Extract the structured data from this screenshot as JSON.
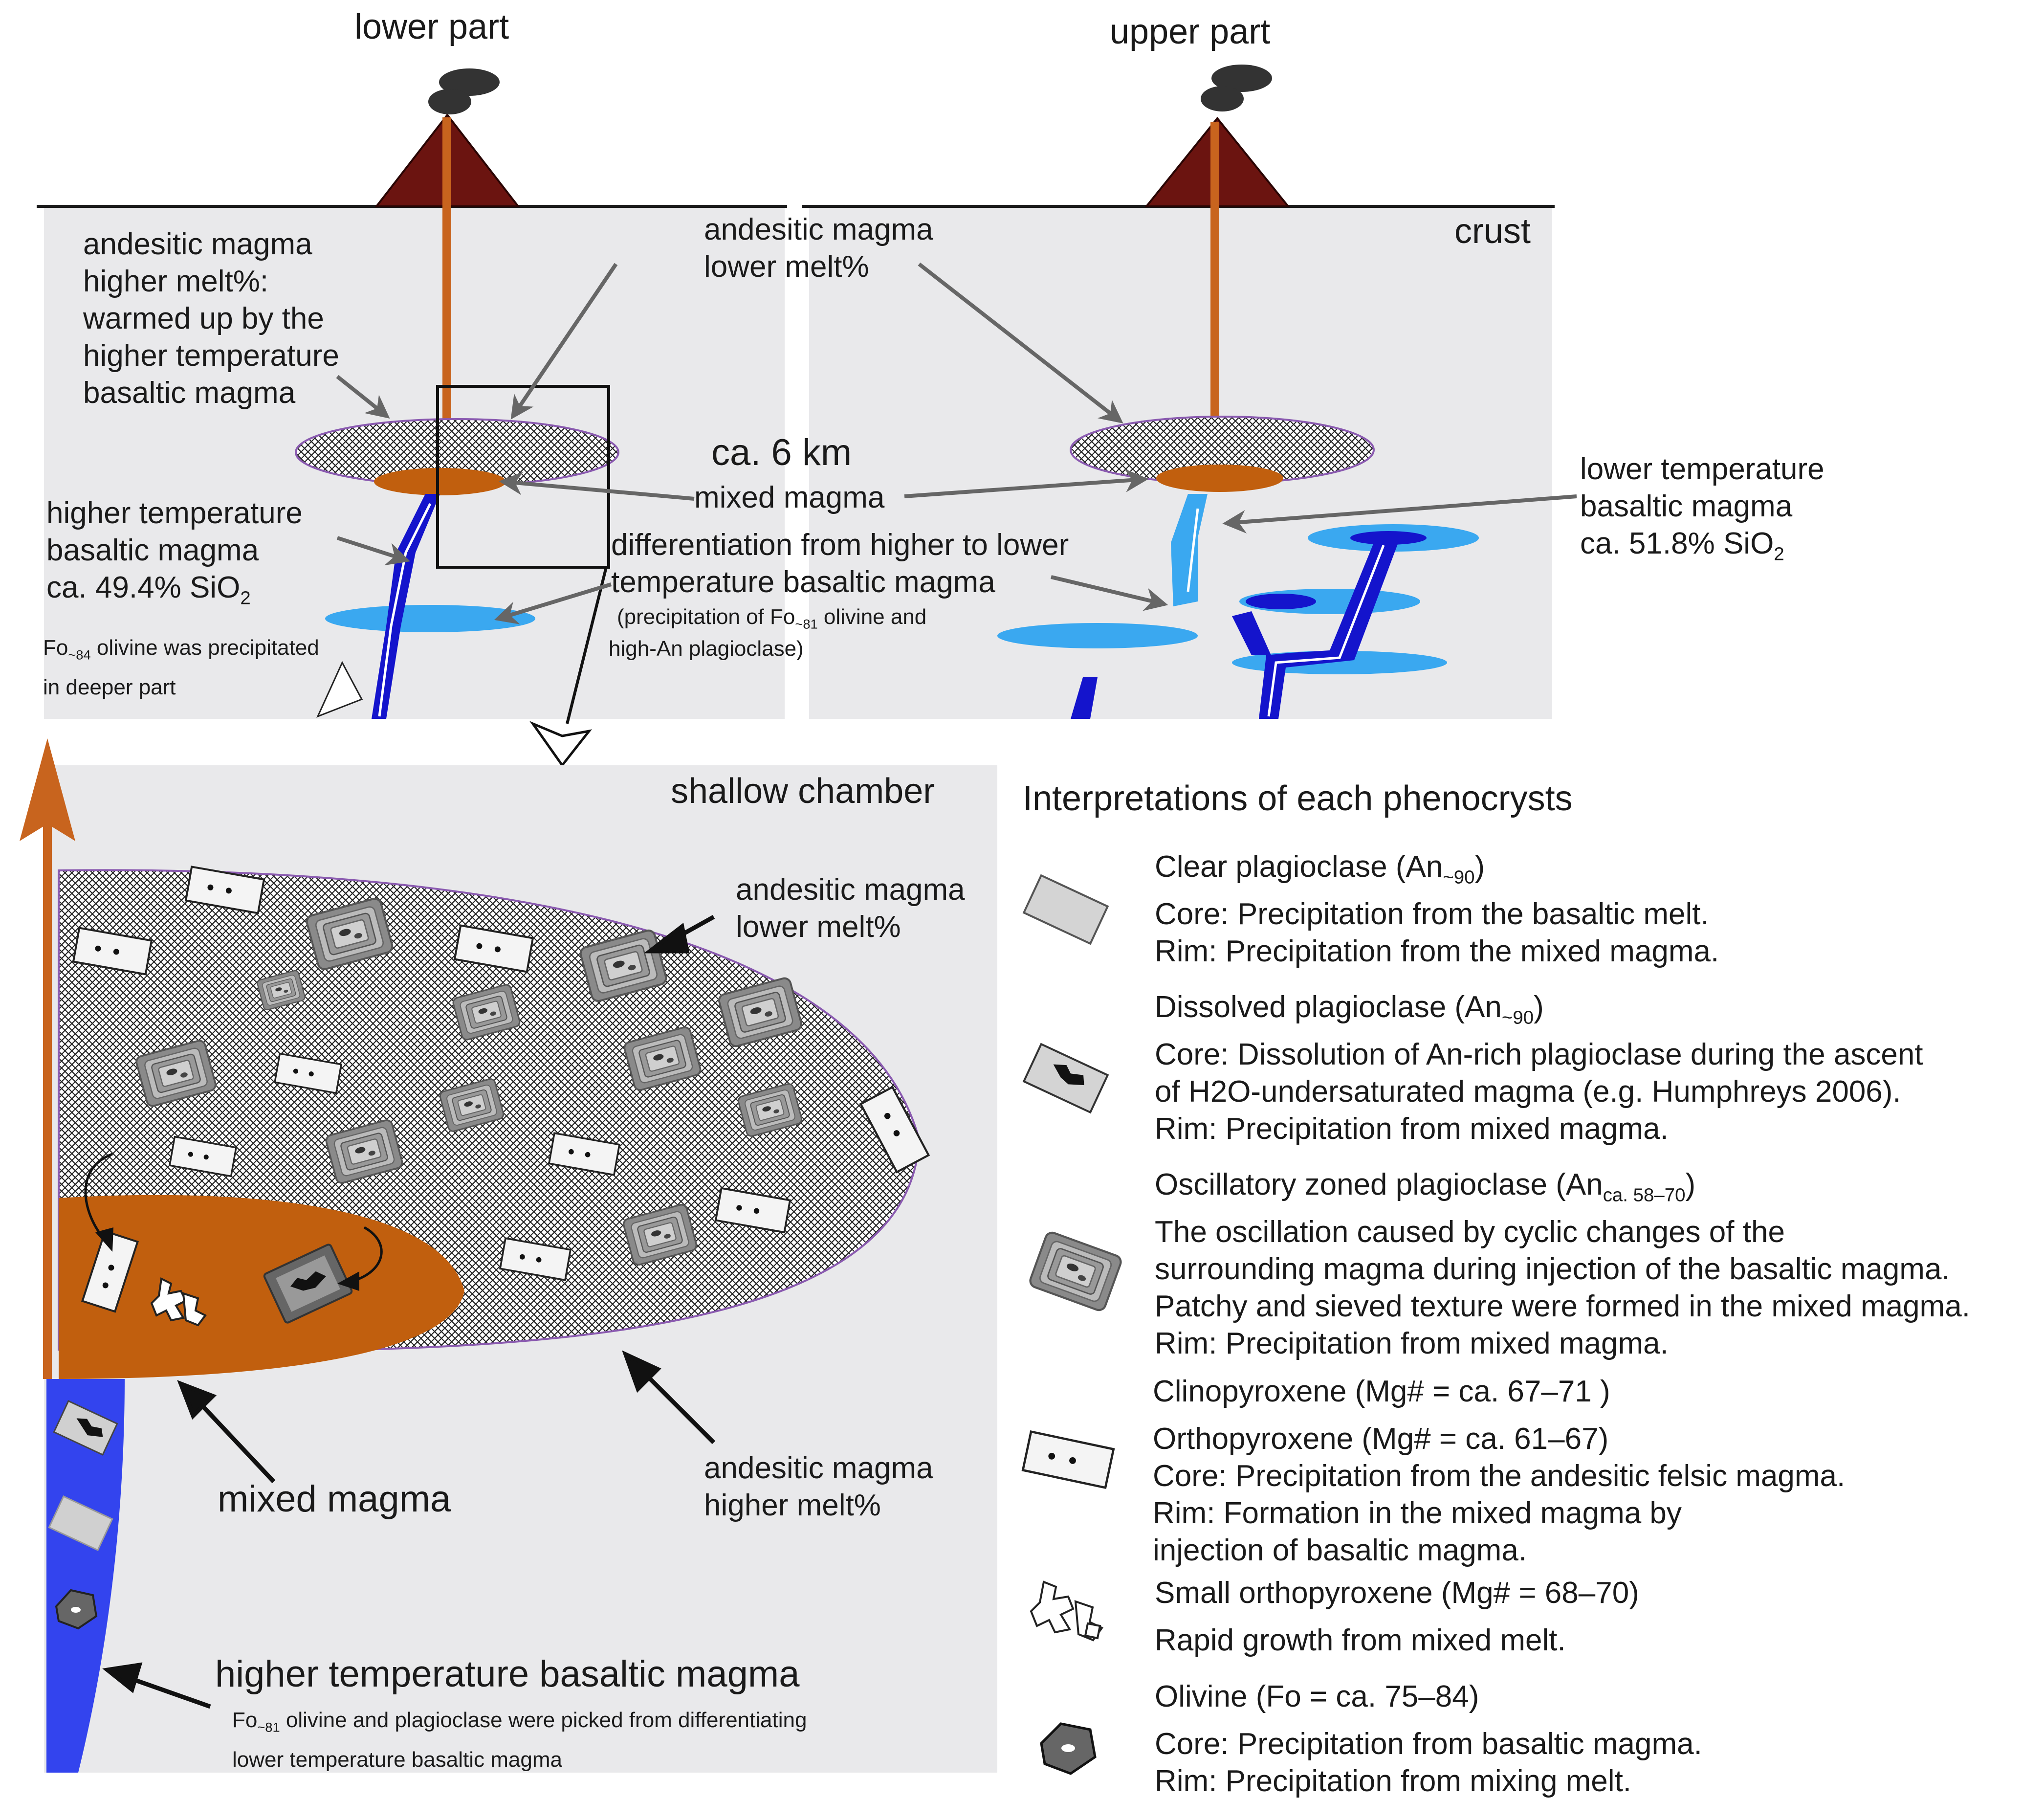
{
  "top_left": {
    "title": "lower part",
    "andesitic_high_lines": [
      "andesitic magma",
      "higher melt%:",
      "warmed up by the",
      "higher temperature",
      "basaltic magma"
    ],
    "andesitic_low_lines": [
      "andesitic magma",
      "lower melt%"
    ],
    "depth": "ca. 6 km",
    "mixed": "mixed magma",
    "basaltic_high_lines": [
      "higher temperature",
      "basaltic magma"
    ],
    "basaltic_high_sio2": "ca. 49.4% SiO",
    "sio2_sub": "2",
    "diff_lines": [
      "differentiation from higher to lower",
      "temperature basaltic magma"
    ],
    "precip_pre": "(precipitation of Fo",
    "precip_sub": "~81",
    "precip_post": " olivine and",
    "precip_line2": "high-An plagioclase)",
    "fo84_pre": "Fo",
    "fo84_sub": "~84",
    "fo84_post": " olivine was precipitated",
    "fo84_line2": "in deeper part"
  },
  "top_right": {
    "title": "upper part",
    "crust": "crust",
    "lower_temp_lines": [
      "lower temperature",
      "basaltic magma"
    ],
    "sio2": "ca. 51.8% SiO",
    "sio2_sub": "2"
  },
  "chamber": {
    "title": "shallow chamber",
    "andesitic_low_lines": [
      "andesitic magma",
      "lower melt%"
    ],
    "andesitic_high_lines": [
      "andesitic magma",
      "higher melt%"
    ],
    "mixed": "mixed magma",
    "basaltic": "higher temperature basaltic magma",
    "picked_pre": "Fo",
    "picked_sub": "~81",
    "picked_post": " olivine and plagioclase were picked from differentiating",
    "picked_line2": "lower temperature basaltic magma"
  },
  "legend": {
    "title": "Interpretations of each phenocrysts",
    "items": [
      {
        "icon": "clear-plagioclase-icon",
        "title_pre": "Clear plagioclase (An",
        "title_sub": "~90",
        "title_post": ")",
        "lines": [
          "Core: Precipitation from the basaltic melt.",
          "Rim: Precipitation from the mixed magma."
        ]
      },
      {
        "icon": "dissolved-plagioclase-icon",
        "title_pre": "Dissolved plagioclase (An",
        "title_sub": "~90",
        "title_post": ")",
        "lines": [
          "Core: Dissolution of An-rich plagioclase during the ascent",
          "of H2O-undersaturated magma (e.g. Humphreys 2006).",
          "Rim: Precipitation from mixed magma."
        ]
      },
      {
        "icon": "oscillatory-plagioclase-icon",
        "title_pre": "Oscillatory zoned plagioclase (An",
        "title_sub": "ca. 58–70",
        "title_post": ")",
        "lines": [
          "The oscillation caused by cyclic changes of the",
          "surrounding magma during injection of the basaltic magma.",
          "Patchy and sieved texture were formed in the mixed magma.",
          "Rim: Precipitation from mixed magma."
        ]
      },
      {
        "icon": "pyroxene-icon",
        "title_pre": "Clinopyroxene (Mg# = ca. 67–71 )",
        "title_sub": "",
        "title_post": "",
        "lines": [
          "Orthopyroxene (Mg# = ca. 61–67)",
          "Core: Precipitation from the andesitic felsic magma.",
          "Rim: Formation in the mixed magma by",
          "injection of basaltic magma."
        ]
      },
      {
        "icon": "small-orthopyroxene-icon",
        "title_pre": "Small orthopyroxene (Mg# = 68–70)",
        "title_sub": "",
        "title_post": "",
        "lines": [
          "Rapid growth from mixed melt."
        ]
      },
      {
        "icon": "olivine-icon",
        "title_pre": "Olivine (Fo = ca. 75–84)",
        "title_sub": "",
        "title_post": "",
        "lines": [
          "Core: Precipitation from basaltic magma.",
          "Rim: Precipitation from mixing melt."
        ]
      }
    ]
  },
  "colors": {
    "crust": "#e9e9eb",
    "volcano": "#6b1410",
    "conduit": "#c8641e",
    "mixed_magma": "#c15f0e",
    "basalt_dark": "#1414cc",
    "basalt_light": "#3aa8f0",
    "basalt_bright": "#3344ee",
    "smoke": "#333333"
  }
}
